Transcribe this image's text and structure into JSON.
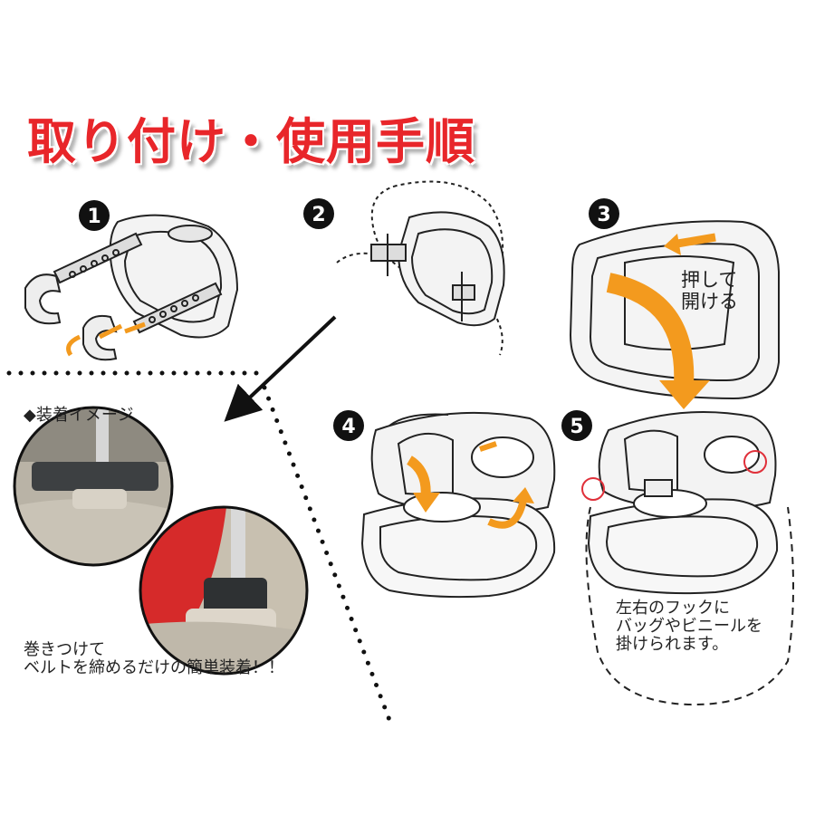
{
  "title": "取り付け・使用手順",
  "steps": [
    {
      "number": "1"
    },
    {
      "number": "2"
    },
    {
      "number": "3"
    },
    {
      "number": "4"
    },
    {
      "number": "5"
    }
  ],
  "step3_label": [
    "押して",
    "開ける"
  ],
  "install_image_label": "◆装着イメージ",
  "install_caption": [
    "巻きつけて",
    "ベルトを締めるだけの簡単装着！！"
  ],
  "hook_label": [
    "左右のフックに",
    "バッグやビニールを",
    "掛けられます。"
  ],
  "colors": {
    "title": "#e8262a",
    "arrow_orange": "#f39a1e",
    "badge": "#111111",
    "hook_circle": "#e0303a"
  }
}
